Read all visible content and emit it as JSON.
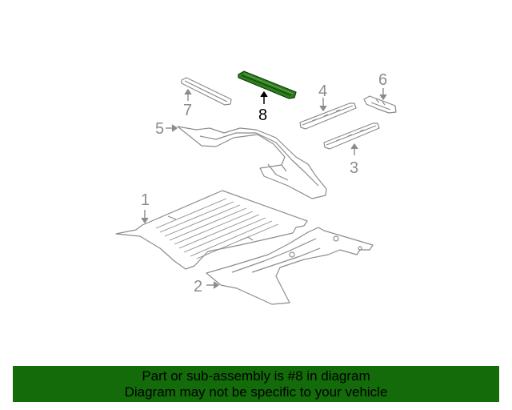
{
  "diagram": {
    "highlighted_part": "8",
    "highlight_color": "#2f7d1e",
    "line_color": "#8c8c8c",
    "callouts": [
      {
        "number": "1",
        "label": "1"
      },
      {
        "number": "2",
        "label": "2"
      },
      {
        "number": "3",
        "label": "3"
      },
      {
        "number": "4",
        "label": "4"
      },
      {
        "number": "5",
        "label": "5"
      },
      {
        "number": "6",
        "label": "6"
      },
      {
        "number": "7",
        "label": "7"
      },
      {
        "number": "8",
        "label": "8"
      }
    ]
  },
  "banner": {
    "line1": "Part or sub-assembly is #8 in diagram",
    "line2": "Diagram may not be specific to your vehicle",
    "background": "#136b0a"
  }
}
